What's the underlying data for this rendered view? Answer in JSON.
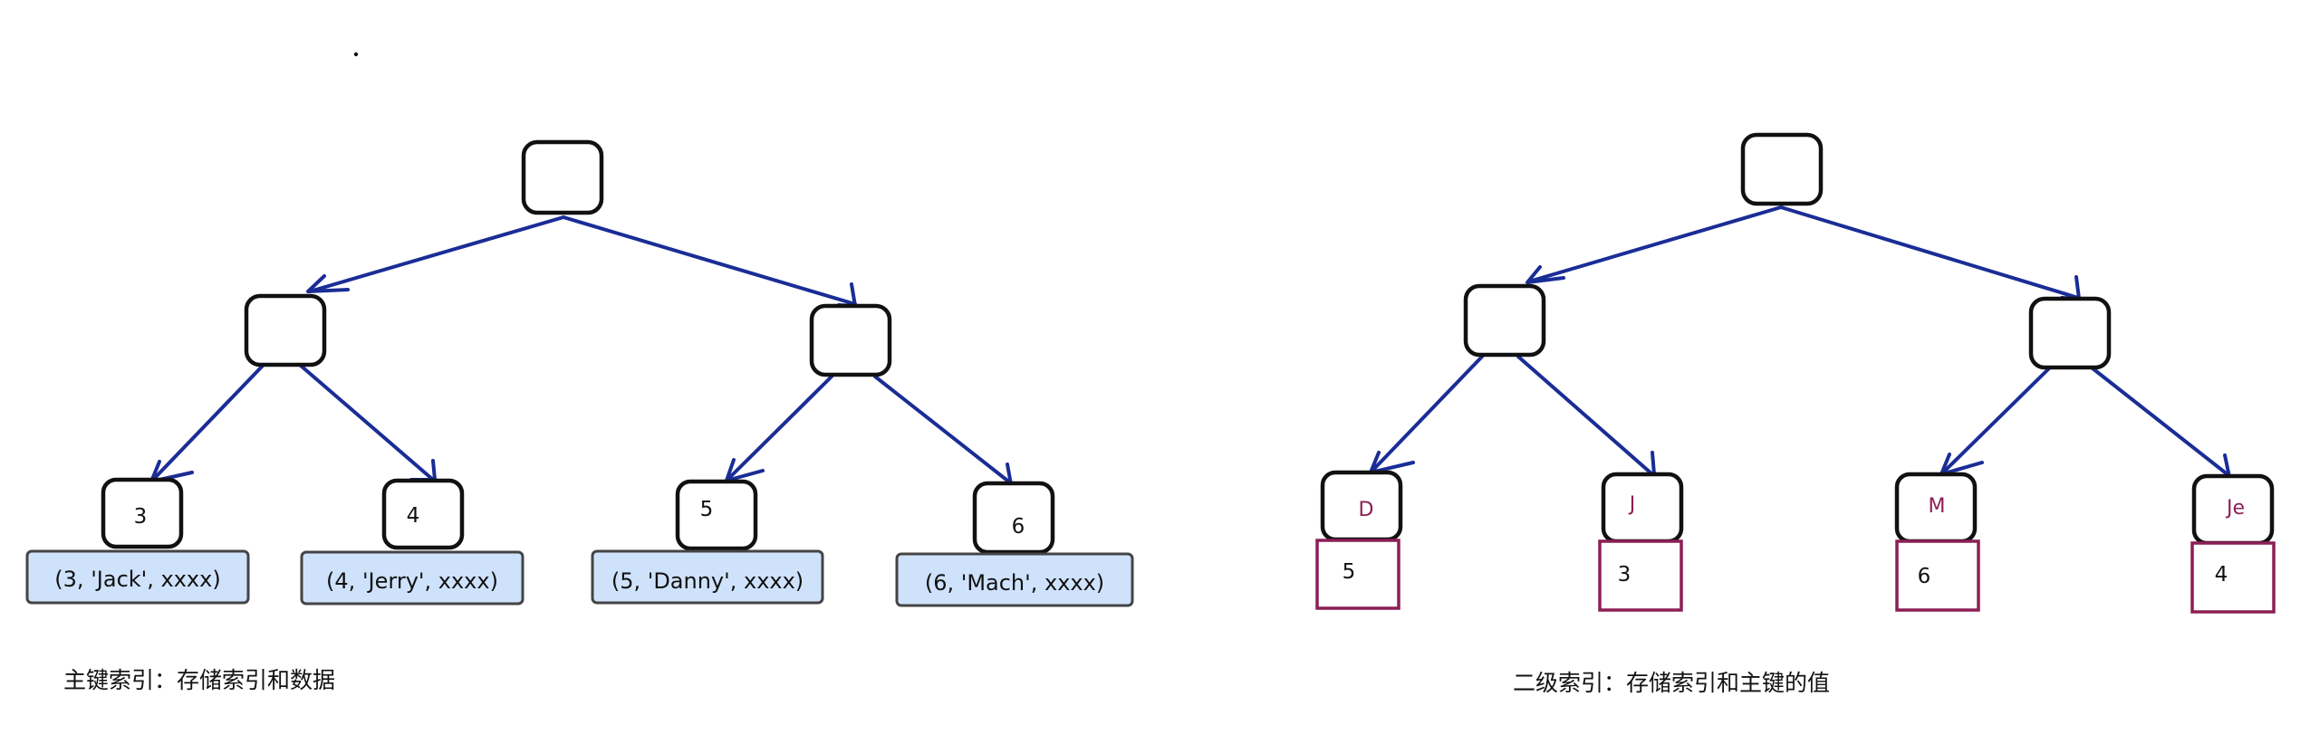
{
  "colors": {
    "edge": "#1a2d96",
    "node_border": "#111111",
    "data_box_fill": "#cfe2fb",
    "data_box_border": "#444444",
    "secondary_accent": "#8c1f55"
  },
  "primary_index": {
    "leaves": [
      {
        "key": "3",
        "row": "(3, 'Jack', xxxx)"
      },
      {
        "key": "4",
        "row": "(4, 'Jerry', xxxx)"
      },
      {
        "key": "5",
        "row": "(5, 'Danny', xxxx)"
      },
      {
        "key": "6",
        "row": "(6, 'Mach', xxxx)"
      }
    ],
    "caption": "主键索引：存储索引和数据"
  },
  "secondary_index": {
    "leaves": [
      {
        "key": "D",
        "pk": "5"
      },
      {
        "key": "J",
        "pk": "3"
      },
      {
        "key": "M",
        "pk": "6"
      },
      {
        "key": "Je",
        "pk": "4"
      }
    ],
    "caption": "二级索引：存储索引和主键的值"
  }
}
